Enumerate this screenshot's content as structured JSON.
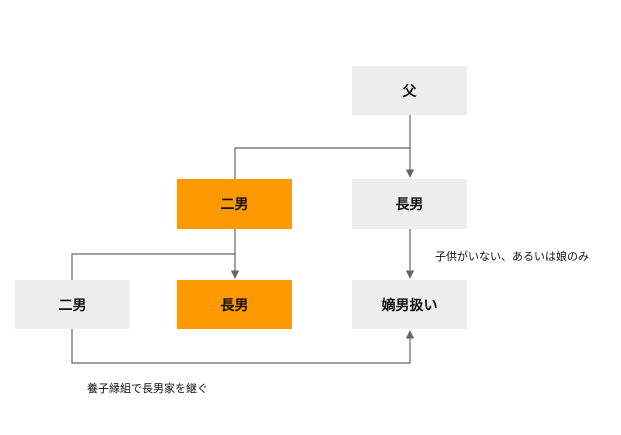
{
  "nodes": {
    "father": "父",
    "jirou_upper": "二男",
    "chounan_upper": "長男",
    "jirou_lower": "二男",
    "chounan_lower": "長男",
    "chakunan": "嫡男扱い"
  },
  "notes": {
    "no_son": "子供がいない、あるいは娘のみ",
    "adoption": "養子縁組で長男家を継ぐ"
  },
  "colors": {
    "highlight": "#ff9900",
    "box": "#eeeeee",
    "line": "#666666"
  }
}
